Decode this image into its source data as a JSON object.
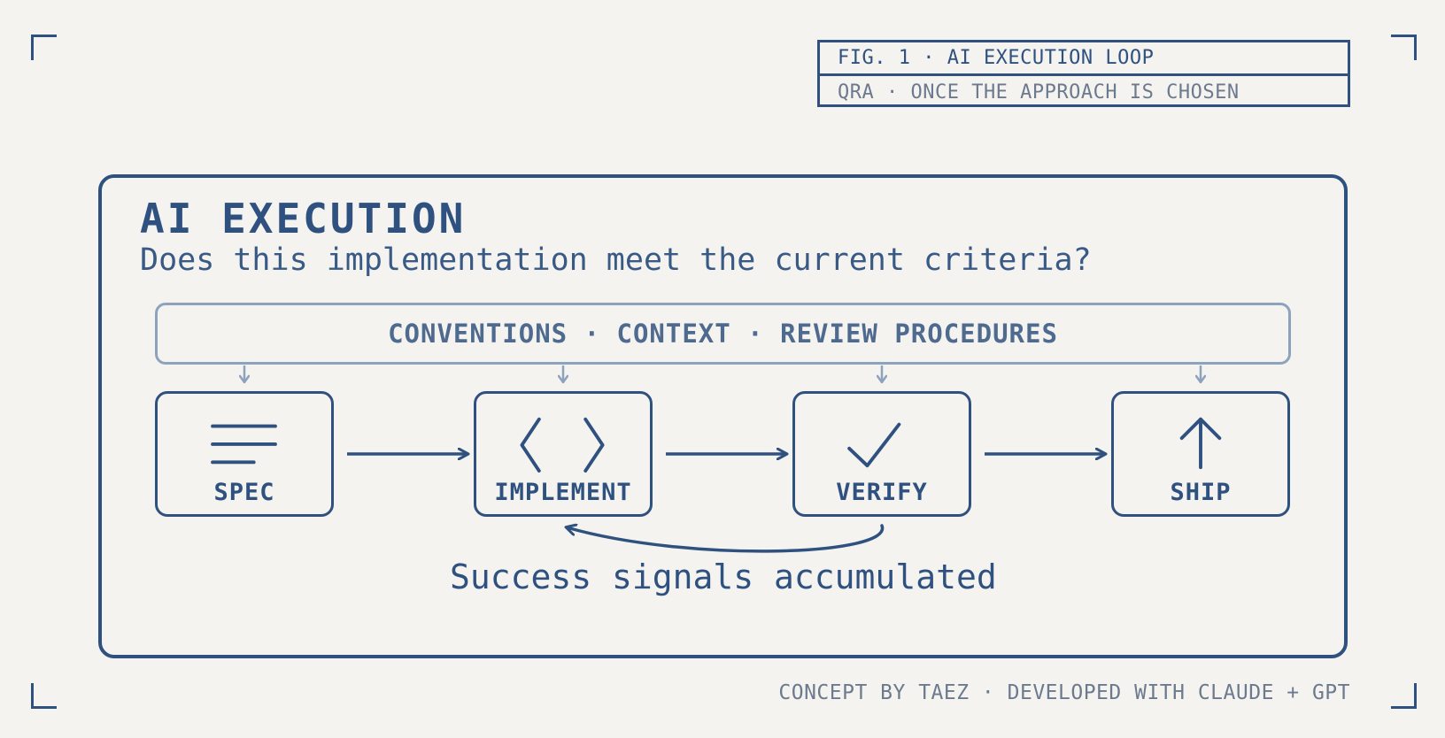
{
  "figure": {
    "label": "FIG. 1 · AI EXECUTION LOOP",
    "sublabel": "QRA · ONCE THE APPROACH IS CHOSEN"
  },
  "panel": {
    "title": "AI EXECUTION",
    "question": "Does this implementation meet the current criteria?"
  },
  "context_bar": {
    "text": "CONVENTIONS · CONTEXT · REVIEW PROCEDURES"
  },
  "steps": [
    {
      "label": "SPEC",
      "icon": "lines-icon"
    },
    {
      "label": "IMPLEMENT",
      "icon": "code-brackets-icon"
    },
    {
      "label": "VERIFY",
      "icon": "check-icon"
    },
    {
      "label": "SHIP",
      "icon": "arrow-up-icon"
    }
  ],
  "loop": {
    "caption": "Success signals accumulated"
  },
  "footer": {
    "credit": "CONCEPT BY TAEZ · DEVELOPED WITH CLAUDE + GPT"
  },
  "colors": {
    "primary": "#2f5180",
    "muted": "#8da3bd",
    "background": "#f5f3f0",
    "secondary_text": "#6c7a8e"
  }
}
